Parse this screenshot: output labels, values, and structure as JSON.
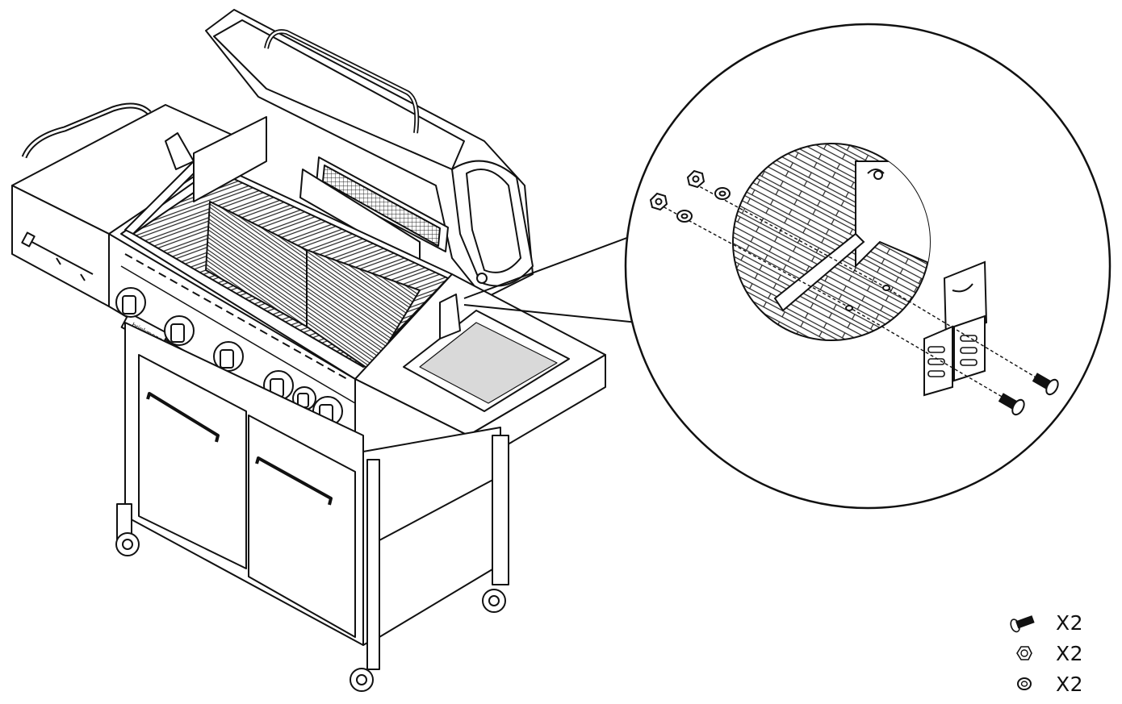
{
  "diagram": {
    "subject": "gas-grill-assembly-step",
    "detail_view": "side-burner-bracket-attachment",
    "grill_logo_text": "brinkmann"
  },
  "hardware": [
    {
      "icon": "bolt-icon",
      "qty": "X2"
    },
    {
      "icon": "hex-nut-icon",
      "qty": "X2"
    },
    {
      "icon": "washer-icon",
      "qty": "X2"
    }
  ],
  "colors": {
    "line": "#111111",
    "fill": "#ffffff",
    "shade": "#d9d9d9"
  }
}
